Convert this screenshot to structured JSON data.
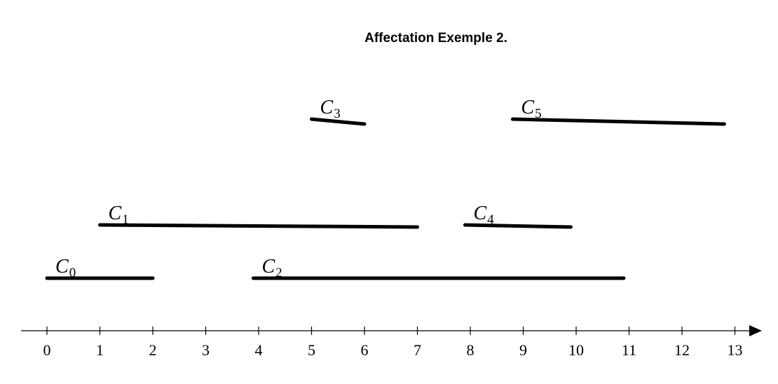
{
  "title": "Affectation Exemple 2.",
  "chart_data": {
    "type": "interval-diagram",
    "title": "Affectation Exemple 2.",
    "xlim": [
      0,
      13
    ],
    "ticks": [
      0,
      1,
      2,
      3,
      4,
      5,
      6,
      7,
      8,
      9,
      10,
      11,
      12,
      13
    ],
    "tick_labels": [
      "0",
      "1",
      "2",
      "3",
      "4",
      "5",
      "6",
      "7",
      "8",
      "9",
      "10",
      "11",
      "12",
      "13"
    ],
    "intervals": [
      {
        "name": "C",
        "sub": "0",
        "start": 0,
        "end": 2,
        "row": 0
      },
      {
        "name": "C",
        "sub": "1",
        "start": 1,
        "end": 7,
        "row": 1
      },
      {
        "name": "C",
        "sub": "2",
        "start": 3.9,
        "end": 10.9,
        "row": 0
      },
      {
        "name": "C",
        "sub": "3",
        "start": 5,
        "end": 6,
        "row": 2
      },
      {
        "name": "C",
        "sub": "4",
        "start": 7.9,
        "end": 9.9,
        "row": 1
      },
      {
        "name": "C",
        "sub": "5",
        "start": 8.8,
        "end": 12.8,
        "row": 2
      }
    ],
    "grid": false
  }
}
